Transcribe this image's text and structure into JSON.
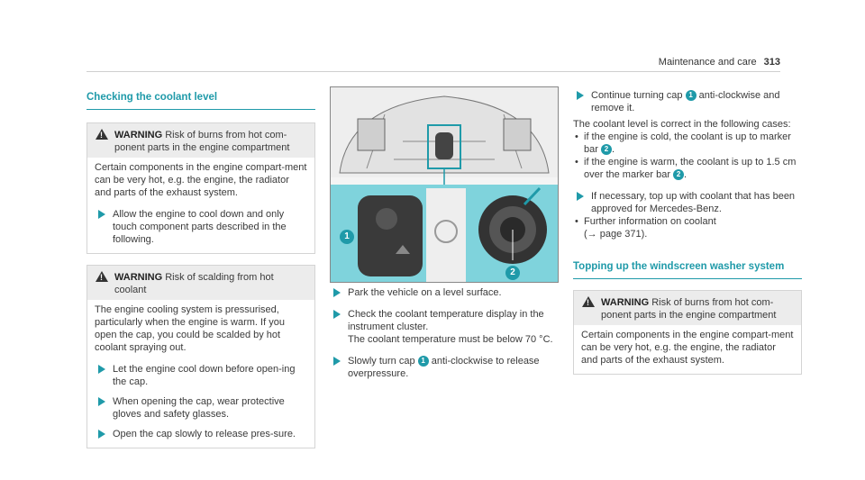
{
  "header": {
    "section": "Maintenance and care",
    "page": "313"
  },
  "col1": {
    "title": "Checking the coolant level",
    "warning1": {
      "label": "WARNING",
      "headline": "Risk of burns from hot com-ponent parts in the engine compartment",
      "body": "Certain components in the engine compart-ment can be very hot, e.g. the engine, the radiator and parts of the exhaust system.",
      "step": "Allow the engine to cool down and only touch component parts described in the following."
    },
    "warning2": {
      "label": "WARNING",
      "headline": "Risk of scalding from hot coolant",
      "body": "The engine cooling system is pressurised, particularly when the engine is warm. If you open the cap, you could be scalded by hot coolant spraying out.",
      "steps": [
        "Let the engine cool down before open-ing the cap.",
        "When opening the cap, wear protective gloves and safety glasses.",
        "Open the cap slowly to release pres-sure."
      ]
    }
  },
  "figure": {
    "callout1": "1",
    "callout2": "2"
  },
  "col2": {
    "step1": "Park the vehicle on a level surface.",
    "step2_a": "Check the coolant temperature display in the instrument cluster.",
    "step2_b": "The coolant temperature must be below 70 °C.",
    "step3_a": "Slowly turn cap",
    "step3_num": "1",
    "step3_b": "anti-clockwise to release overpressure."
  },
  "col3": {
    "step4_a": "Continue turning cap",
    "step4_num": "1",
    "step4_b": "anti-clockwise and remove it.",
    "text": "The coolant level is correct in the following cases:",
    "bullet1_a": "if the engine is cold, the coolant is up to marker bar",
    "bullet1_num": "2",
    "bullet2_a": "if the engine is warm, the coolant is up to 1.5 cm over the marker bar",
    "bullet2_num": "2",
    "step5": "If necessary, top up with coolant that has been approved for Mercedes-Benz.",
    "bullet3": "Further information on coolant",
    "bullet3_ref": "(→ page 371).",
    "title2": "Topping up the windscreen washer system",
    "warning3": {
      "label": "WARNING",
      "headline": "Risk of burns from hot com-ponent parts in the engine compartment",
      "body": "Certain components in the engine compart-ment can be very hot, e.g. the engine, the radiator and parts of the exhaust system."
    }
  },
  "colors": {
    "accent": "#1f9aa9",
    "figure_teal": "#7fd3dc"
  }
}
